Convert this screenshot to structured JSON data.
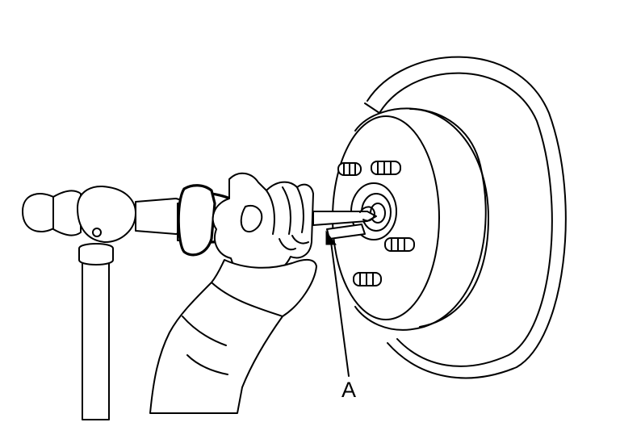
{
  "callouts": [
    {
      "id": "A",
      "label": "A",
      "target": "puller-tip"
    }
  ],
  "colors": {
    "ink": "#000000",
    "paper": "#ffffff"
  }
}
